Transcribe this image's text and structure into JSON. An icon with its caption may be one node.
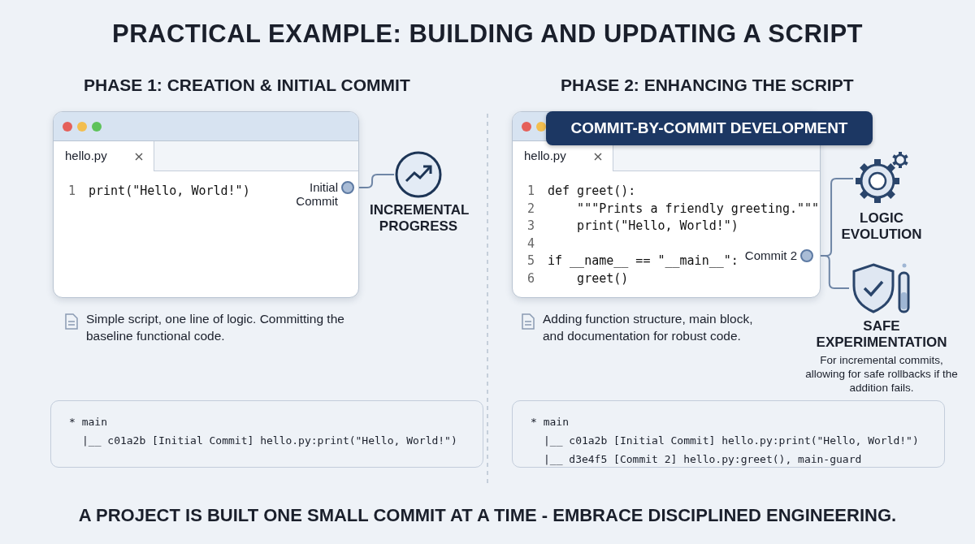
{
  "diagram": {
    "title": "PRACTICAL EXAMPLE: BUILDING AND UPDATING A SCRIPT",
    "caption": "A PROJECT IS BUILT ONE SMALL COMMIT AT A TIME - EMBRACE DISCIPLINED ENGINEERING.",
    "nodes": [
      {
        "text": [
          "hello.py",
          "1",
          "print(\"Hello, World!\")"
        ]
      },
      {
        "text": [
          "Initial Commit"
        ],
        "in": 0
      },
      {
        "text": [
          "INCREMENTAL PROGRESS"
        ]
      },
      {
        "text": [
          "hello.py",
          "1",
          "def greet():",
          "2",
          "    \"\"\"Prints a friendly greeting.\"\"\"",
          "3",
          "    print(\"Hello, World!\")",
          "4",
          "5",
          "if __name__ == \"__main__\":",
          "6",
          "    greet()"
        ]
      },
      {
        "text": [
          "COMMIT-BY-COMMIT DEVELOPMENT"
        ]
      },
      {
        "text": [
          "Commit 2"
        ],
        "in": 3
      },
      {
        "text": [
          "LOGIC EVOLUTION"
        ]
      },
      {
        "text": [
          "SAFE EXPERIMENTATION",
          "For incremental commits, allowing for safe rollbacks if the addition fails."
        ]
      },
      {
        "text": [
          "* main",
          "|__ c01a2b [Initial Commit] hello.py:print(\"Hello, World!\")"
        ]
      },
      {
        "text": [
          "* main",
          "|__ c01a2b [Initial Commit] hello.py:print(\"Hello, World!\")",
          "|__ d3e4f5 [Commit 2] hello.py:greet(), main-guard"
        ]
      }
    ],
    "edges": [
      {
        "from": 1,
        "to": 2,
        "arrow": "none"
      },
      {
        "from": 5,
        "to": 6,
        "arrow": "none"
      },
      {
        "from": 5,
        "to": 7,
        "arrow": "none"
      }
    ],
    "labels": [
      "PHASE 1: CREATION & INITIAL COMMIT",
      "PHASE 2: ENHANCING THE SCRIPT",
      "Simple script, one line of logic. Committing the baseline functional code.",
      "Adding function structure, main block, and documentation for robust code."
    ]
  }
}
